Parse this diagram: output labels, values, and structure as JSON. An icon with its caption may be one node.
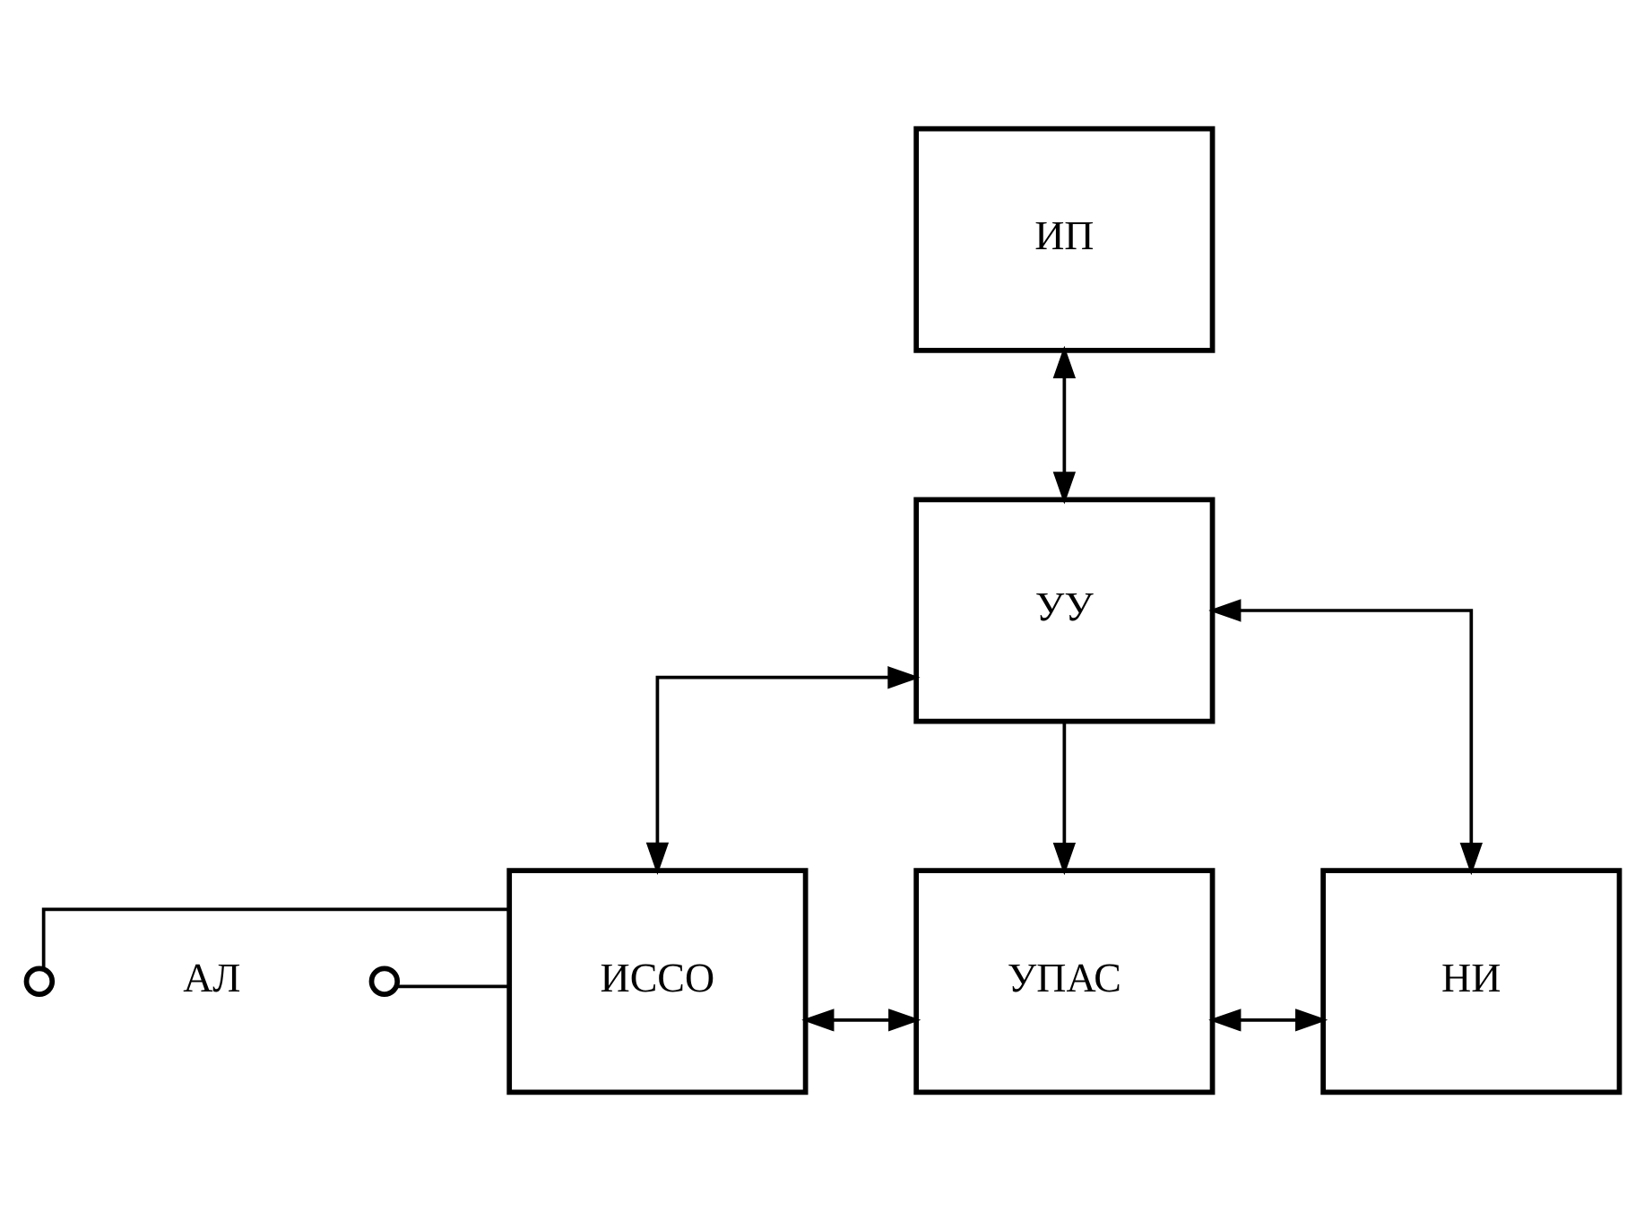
{
  "diagram": {
    "nodes": [
      {
        "text": [
          "ИП"
        ]
      },
      {
        "text": [
          "УУ"
        ]
      },
      {
        "text": [
          "ИССО"
        ]
      },
      {
        "text": [
          "УПАС"
        ]
      },
      {
        "text": [
          "НИ"
        ]
      },
      {
        "text": [],
        "shape": "circle"
      },
      {
        "text": [],
        "shape": "circle"
      }
    ],
    "edges": [
      {
        "from": 0,
        "to": 1,
        "arrow": "both"
      },
      {
        "from": 1,
        "to": 2,
        "arrow": "both"
      },
      {
        "from": 1,
        "to": 3,
        "arrow": "to"
      },
      {
        "from": 1,
        "to": 4,
        "arrow": "both"
      },
      {
        "from": 2,
        "to": 3,
        "arrow": "both"
      },
      {
        "from": 3,
        "to": 4,
        "arrow": "both"
      },
      {
        "from": 5,
        "to": 2,
        "arrow": "none"
      },
      {
        "from": 6,
        "to": 2,
        "arrow": "none"
      }
    ],
    "labels": [
      "АЛ"
    ]
  }
}
